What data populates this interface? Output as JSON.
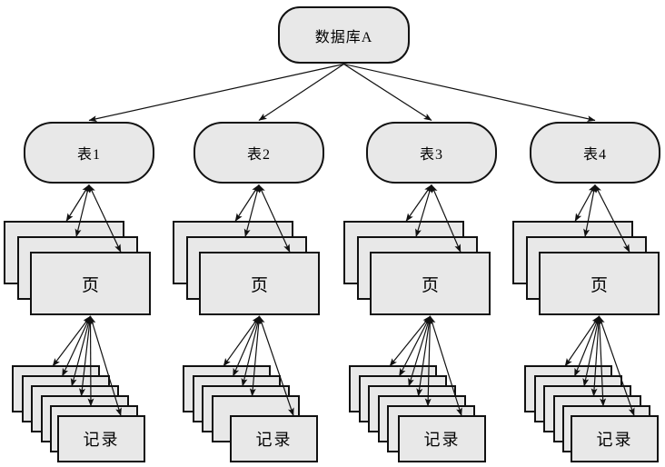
{
  "diagram": {
    "root": {
      "label": "数据库A"
    },
    "page_label": "页",
    "record_label": "记录",
    "columns": [
      {
        "id": 1,
        "table_label": "表1",
        "page_count": 3,
        "record_count": 6
      },
      {
        "id": 2,
        "table_label": "表2",
        "page_count": 3,
        "record_count": 5
      },
      {
        "id": 3,
        "table_label": "表3",
        "page_count": 3,
        "record_count": 6
      },
      {
        "id": 4,
        "table_label": "表4",
        "page_count": 3,
        "record_count": 6
      }
    ],
    "edges": {
      "database_to_table": "single-arrow",
      "table_to_page": "double-arrow",
      "page_to_record": "double-arrow"
    },
    "colors": {
      "node_fill": "#e8e8e8",
      "node_border": "#111111",
      "arrow": "#111111",
      "background": "#ffffff"
    }
  }
}
